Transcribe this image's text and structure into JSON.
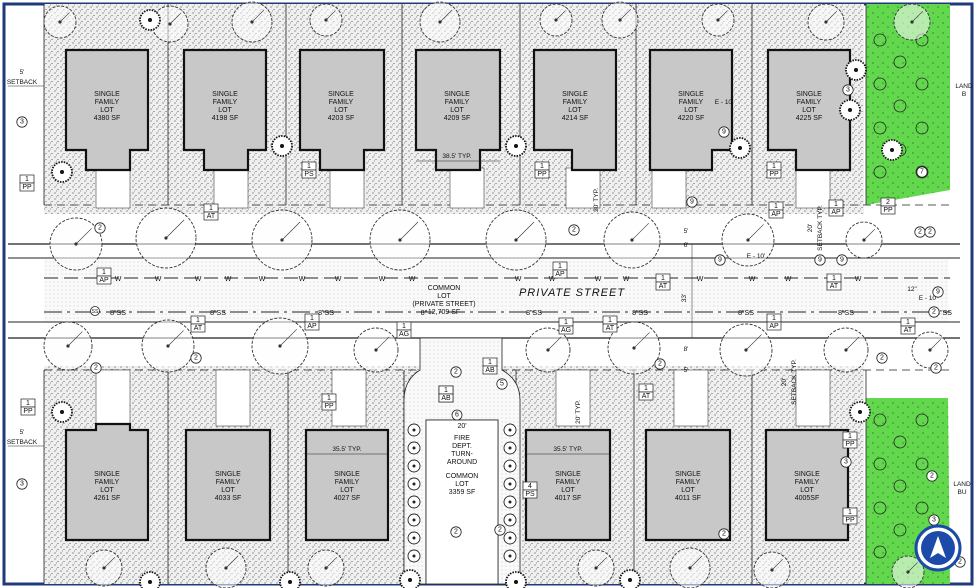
{
  "street": {
    "name": "PRIVATE STREET",
    "common_lot": [
      "COMMON",
      "LOT",
      "(PRIVATE STREET)",
      "12,709 SF"
    ],
    "water_label": "W",
    "sewer_label": "8\"SS",
    "sewer_mid_label": "8\"",
    "manhole_label": "SS"
  },
  "lots_top": [
    {
      "lines": [
        "SINGLE",
        "FAMILY",
        "LOT",
        "4380 SF"
      ]
    },
    {
      "lines": [
        "SINGLE",
        "FAMILY",
        "LOT",
        "4198 SF"
      ]
    },
    {
      "lines": [
        "SINGLE",
        "FAMILY",
        "LOT",
        "4203 SF"
      ]
    },
    {
      "lines": [
        "SINGLE",
        "FAMILY",
        "LOT",
        "4209 SF"
      ]
    },
    {
      "lines": [
        "SINGLE",
        "FAMILY",
        "LOT",
        "4214 SF"
      ]
    },
    {
      "lines": [
        "SINGLE",
        "FAMILY",
        "LOT",
        "4220 SF"
      ]
    },
    {
      "lines": [
        "SINGLE",
        "FAMILY",
        "LOT",
        "4225 SF"
      ]
    }
  ],
  "lots_bottom": [
    {
      "lines": [
        "SINGLE",
        "FAMILY",
        "LOT",
        "4261 SF"
      ]
    },
    {
      "lines": [
        "SINGLE",
        "FAMILY",
        "LOT",
        "4033 SF"
      ]
    },
    {
      "lines": [
        "SINGLE",
        "FAMILY",
        "LOT",
        "4027 SF"
      ]
    },
    {
      "lines": [
        "SINGLE",
        "FAMILY",
        "LOT",
        "4017 SF"
      ]
    },
    {
      "lines": [
        "SINGLE",
        "FAMILY",
        "LOT",
        "4011 SF"
      ]
    },
    {
      "lines": [
        "SINGLE",
        "FAMILY",
        "LOT",
        "4005SF"
      ]
    }
  ],
  "turnaround": {
    "lines": [
      "FIRE",
      "DEPT.",
      "TURN-",
      "AROUND"
    ],
    "common_lines": [
      "COMMON",
      "LOT",
      "3359 SF"
    ],
    "width_label": "20'",
    "callout": "6"
  },
  "dimensions": {
    "setback_5": "5'",
    "setback_word": "SETBACK",
    "setback_20": "20'",
    "setback_typ": "SETBACK TYP.",
    "width_385": "38.5' TYP.",
    "width_355": "35.5' TYP.",
    "twenty_typ": "20' TYP.",
    "e_label": "E - 10'",
    "e2_label": "E - 10'",
    "e3_label": "E - 10'",
    "twelve": "12\"",
    "land_label": "LAND",
    "bu_label": "BU",
    "b_label": "B",
    "five": "5'",
    "six": "6'",
    "eight": "8'",
    "thirtythree": "33'"
  },
  "plant_tags": [
    {
      "num": "1",
      "code": "PP"
    },
    {
      "num": "1",
      "code": "AT"
    },
    {
      "num": "1",
      "code": "AP"
    },
    {
      "num": "1",
      "code": "PS"
    },
    {
      "num": "1",
      "code": "AT"
    },
    {
      "num": "1",
      "code": "PP"
    },
    {
      "num": "1",
      "code": "AP"
    },
    {
      "num": "1",
      "code": "AP"
    },
    {
      "num": "1",
      "code": "AT"
    },
    {
      "num": "1",
      "code": "AP"
    },
    {
      "num": "1",
      "code": "AT"
    },
    {
      "num": "1",
      "code": "AT"
    },
    {
      "num": "1",
      "code": "AP"
    },
    {
      "num": "1",
      "code": "AG"
    },
    {
      "num": "1",
      "code": "AG"
    },
    {
      "num": "1",
      "code": "AT"
    },
    {
      "num": "1",
      "code": "AP"
    },
    {
      "num": "1",
      "code": "AT"
    },
    {
      "num": "1",
      "code": "PP"
    },
    {
      "num": "1",
      "code": "PP"
    },
    {
      "num": "1",
      "code": "AB"
    },
    {
      "num": "1",
      "code": "AB"
    },
    {
      "num": "1",
      "code": "PP"
    },
    {
      "num": "4",
      "code": "PS"
    },
    {
      "num": "1",
      "code": "PP"
    },
    {
      "num": "1",
      "code": "PP"
    },
    {
      "num": "2",
      "code": "PP"
    },
    {
      "num": "1",
      "code": "PP"
    }
  ],
  "callouts": [
    "3",
    "3",
    "2",
    "2",
    "2",
    "2",
    "2",
    "2",
    "2",
    "2",
    "2",
    "2",
    "2",
    "9",
    "9",
    "9",
    "9",
    "9",
    "9",
    "3",
    "3",
    "7",
    "2",
    "5",
    "2",
    "2",
    "2",
    "3",
    "9",
    "2"
  ],
  "colors": {
    "lot_fill": "#c8c8c8",
    "hatch_bg": "#e6e6e6",
    "green": "#63d84f",
    "line": "#222222",
    "border": "#1f3a7a",
    "north_fill": "#1b4aa8"
  },
  "north_arrow_icon": "north-arrow-icon"
}
